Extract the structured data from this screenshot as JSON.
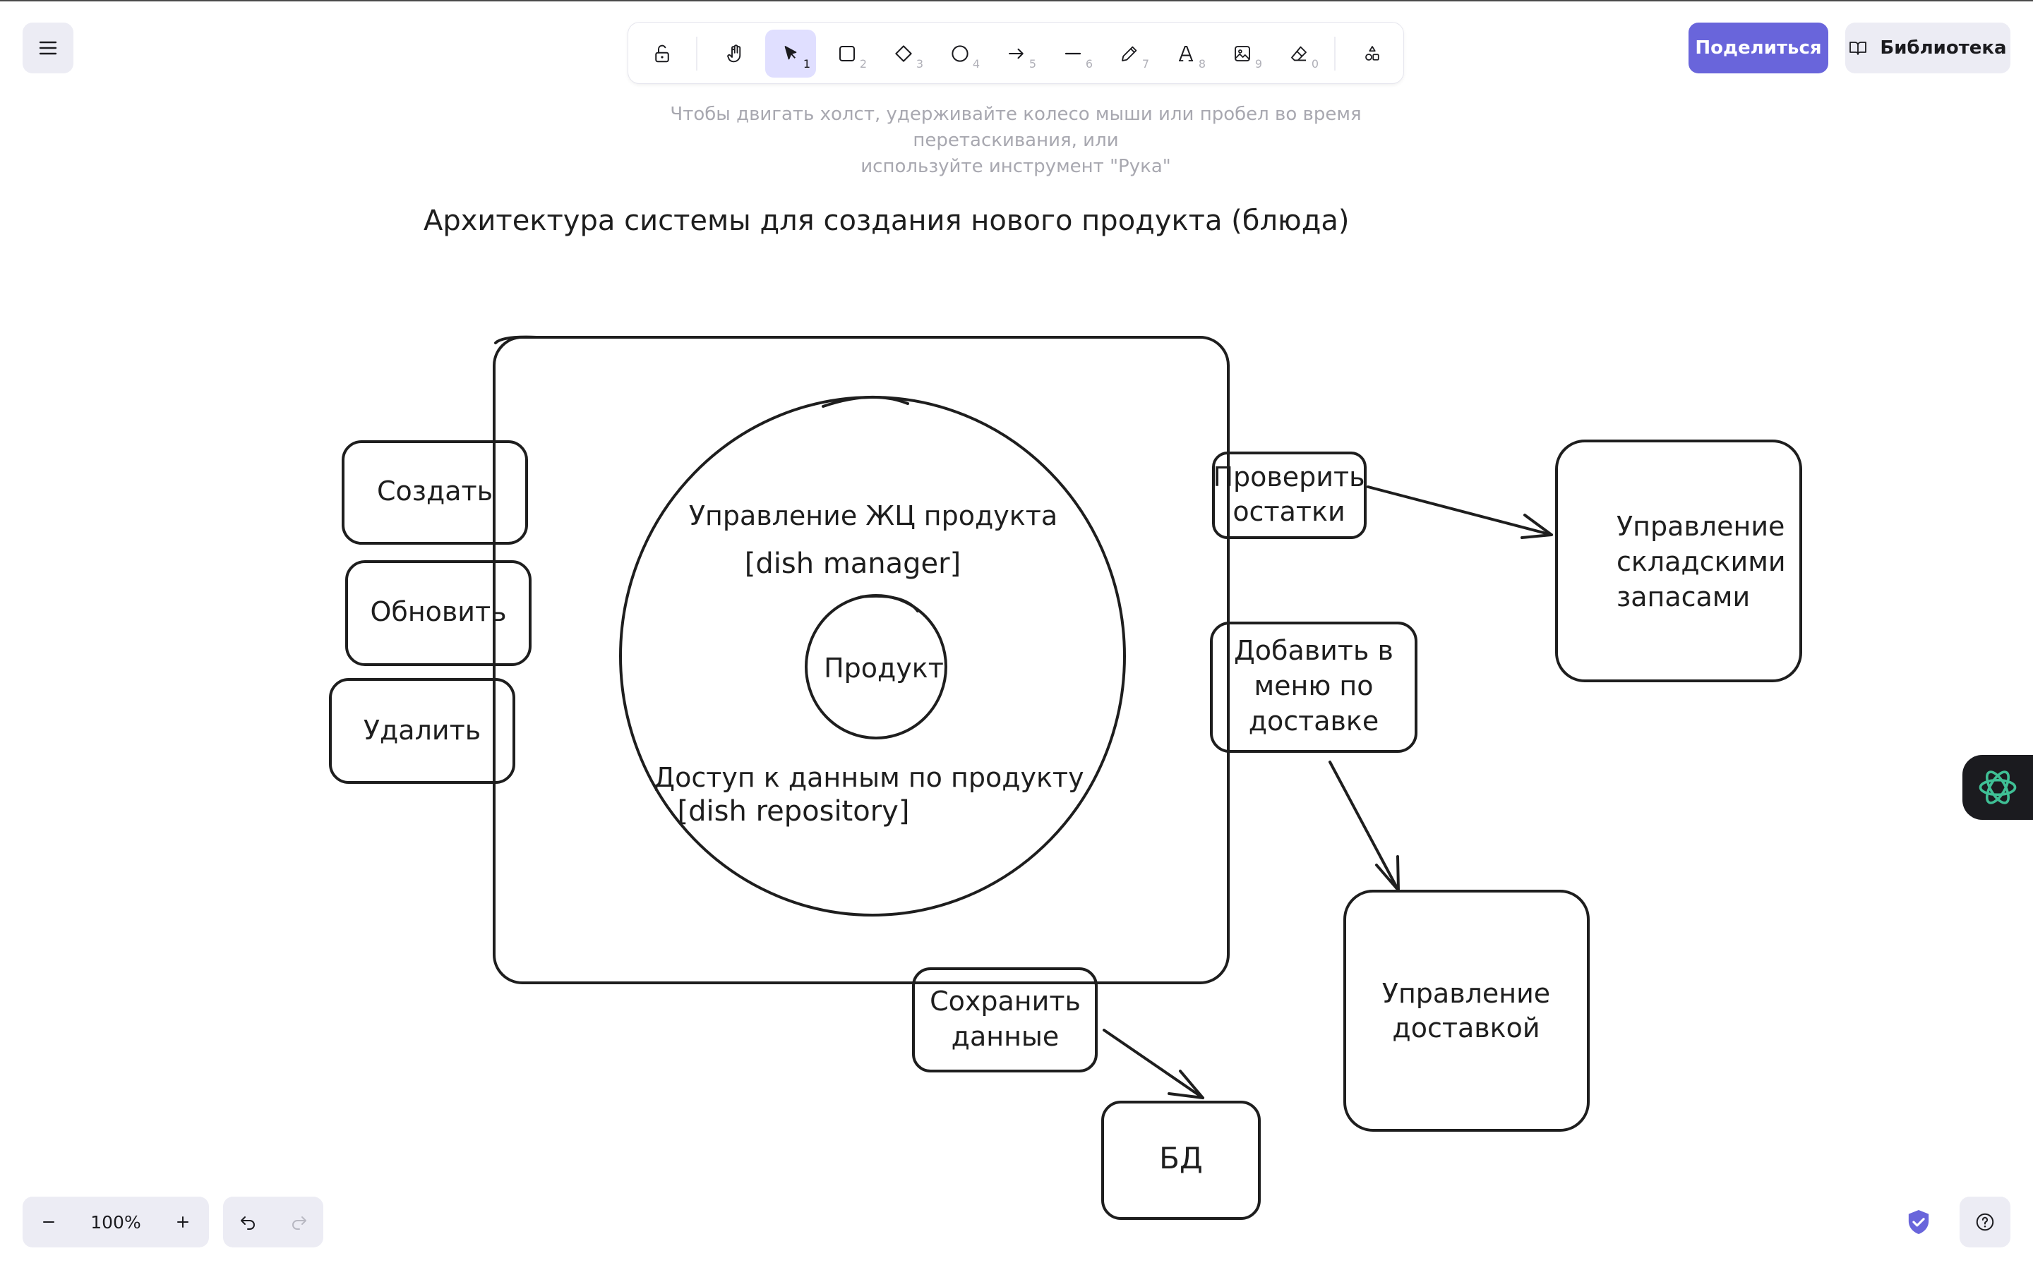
{
  "toolbar": {
    "tools": [
      {
        "name": "lock",
        "key": ""
      },
      {
        "name": "hand",
        "key": ""
      },
      {
        "name": "selection",
        "key": "1"
      },
      {
        "name": "rectangle",
        "key": "2"
      },
      {
        "name": "diamond",
        "key": "3"
      },
      {
        "name": "ellipse",
        "key": "4"
      },
      {
        "name": "arrow",
        "key": "5"
      },
      {
        "name": "line",
        "key": "6"
      },
      {
        "name": "draw",
        "key": "7"
      },
      {
        "name": "text",
        "key": "8"
      },
      {
        "name": "image",
        "key": "9"
      },
      {
        "name": "eraser",
        "key": "0"
      },
      {
        "name": "more-shapes",
        "key": ""
      }
    ],
    "active_tool": "selection"
  },
  "hint": {
    "line1": "Чтобы двигать холст, удерживайте колесо мыши или пробел во время перетаскивания, или",
    "line2": "используйте инструмент \"Рука\""
  },
  "header": {
    "share_label": "Поделиться",
    "library_label": "Библиотека"
  },
  "diagram": {
    "title": "Архитектура системы для создания нового продукта (блюда)",
    "lifecycle_label": "Управление ЖЦ продукта",
    "lifecycle_component": "[dish manager]",
    "core": "Продукт",
    "data_access_label": "Доступ к данным по продукту",
    "data_access_component": "[dish repository]",
    "create": "Создать",
    "update": "Обновить",
    "delete": "Удалить",
    "check_stock_1": "Проверить",
    "check_stock_2": "остатки",
    "add_menu_1": "Добавить в",
    "add_menu_2": "меню по",
    "add_menu_3": "доставке",
    "save_1": "Сохранить",
    "save_2": "данные",
    "db": "БД",
    "inventory_1": "Управление",
    "inventory_2": "складскими",
    "inventory_3": "запасами",
    "delivery_1": "Управление",
    "delivery_2": "доставкой"
  },
  "footer": {
    "zoom": "100%"
  },
  "colors": {
    "accent": "#6965db",
    "active_tool_bg": "#e0dfff",
    "button_bg": "#ececf4",
    "stroke": "#1e1e1e"
  }
}
